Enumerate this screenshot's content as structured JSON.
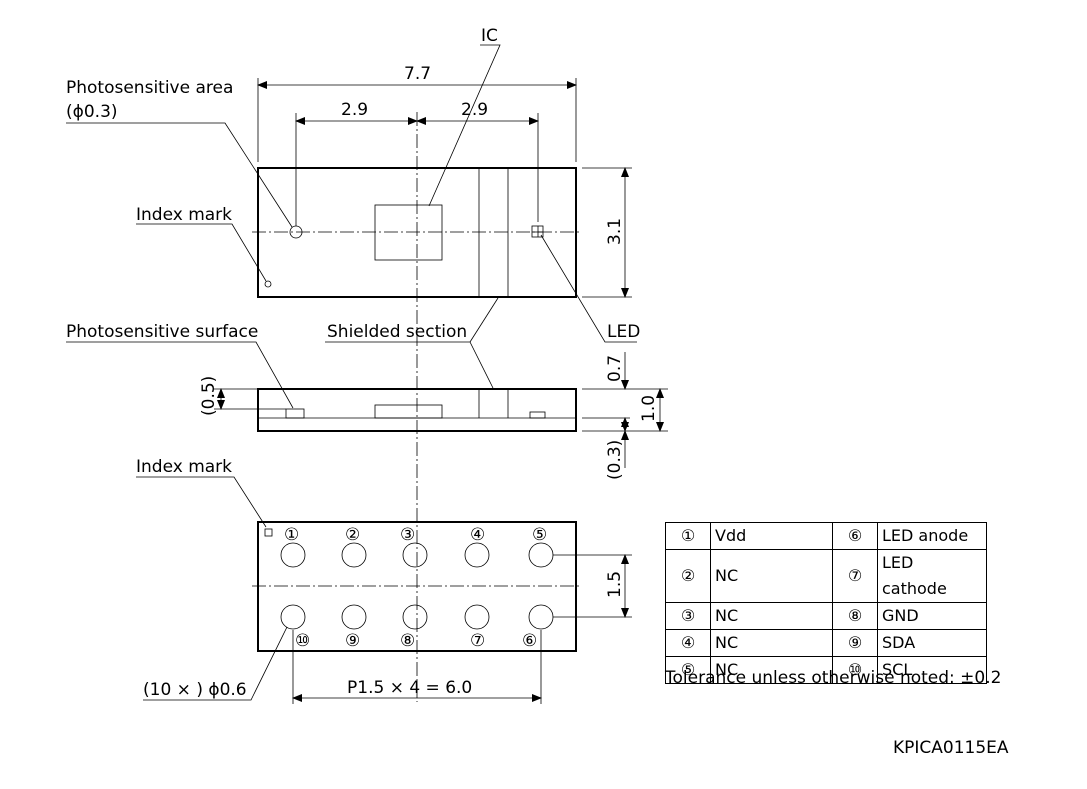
{
  "labels": {
    "ic": "IC",
    "photosensitive_area": "Photosensitive area",
    "photosensitive_area_dia": "(ϕ0.3)",
    "index_mark_top": "Index mark",
    "photosensitive_surface": "Photosensitive surface",
    "shielded_section": "Shielded section",
    "led": "LED",
    "index_mark_bottom": "Index mark",
    "pad_dia": "(10 × ) ϕ0.6"
  },
  "dimensions": {
    "width": "7.7",
    "left_offset": "2.9",
    "right_offset": "2.9",
    "height": "3.1",
    "top_thickness": "0.7",
    "total_thickness": "1.0",
    "bottom_thickness": "(0.3)",
    "surface_height": "(0.5)",
    "row_pitch": "1.5",
    "pad_pitch": "P1.5 × 4 = 6.0"
  },
  "pins_top": [
    "①",
    "②",
    "③",
    "④",
    "⑤"
  ],
  "pins_bottom": [
    "⑩",
    "⑨",
    "⑧",
    "⑦",
    "⑥"
  ],
  "pin_table": [
    {
      "n1": "①",
      "name1": "Vdd",
      "n2": "⑥",
      "name2": "LED anode"
    },
    {
      "n1": "②",
      "name1": "NC",
      "n2": "⑦",
      "name2": "LED cathode"
    },
    {
      "n1": "③",
      "name1": "NC",
      "n2": "⑧",
      "name2": "GND"
    },
    {
      "n1": "④",
      "name1": "NC",
      "n2": "⑨",
      "name2": "SDA"
    },
    {
      "n1": "⑤",
      "name1": "NC",
      "n2": "⑩",
      "name2": "SCL"
    }
  ],
  "tolerance_note": "Tolerance unless otherwise noted: ±0.2",
  "drawing_code": "KPICA0115EA"
}
